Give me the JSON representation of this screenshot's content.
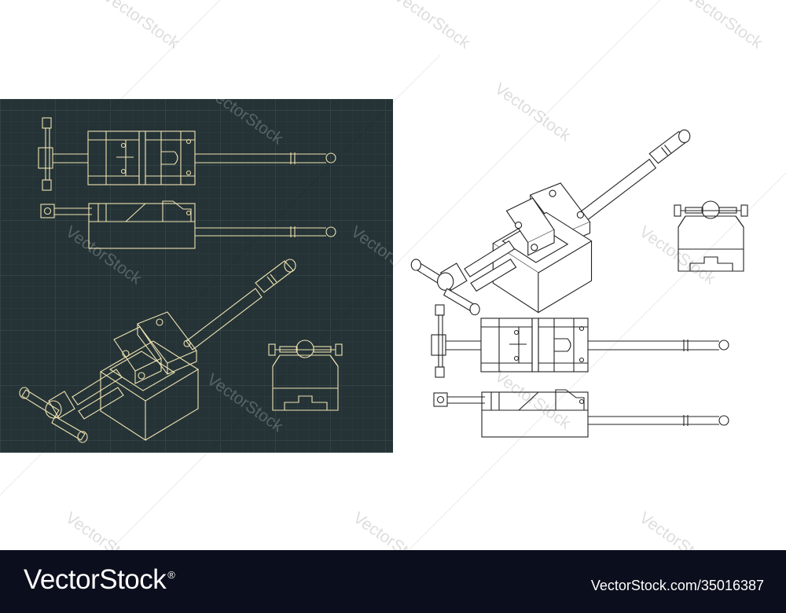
{
  "watermark": "VectorStock",
  "footer": {
    "logo_text": "VectorStock",
    "logo_mark": "®",
    "image_id": "VectorStock.com/35016387"
  },
  "colors": {
    "blueprint_bg": "#253336",
    "blueprint_grid": "#34474a",
    "blueprint_line": "#efe3b2",
    "outline_line": "#222222",
    "footer_bg": "#0b0e1c"
  }
}
